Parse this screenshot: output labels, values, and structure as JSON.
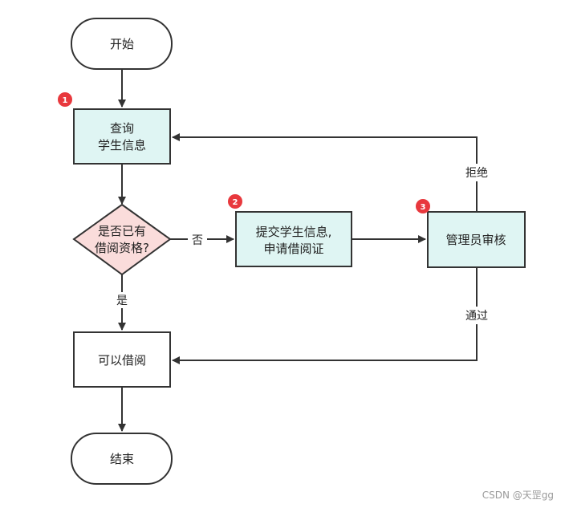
{
  "diagram": {
    "nodes": {
      "start": "开始",
      "query_line1": "查询",
      "query_line2": "学生信息",
      "decision_line1": "是否已有",
      "decision_line2": "借阅资格?",
      "submit_line1": "提交学生信息,",
      "submit_line2": "申请借阅证",
      "admin_review": "管理员审核",
      "can_borrow": "可以借阅",
      "end": "结束"
    },
    "edge_labels": {
      "no": "否",
      "yes": "是",
      "reject": "拒绝",
      "pass": "通过"
    },
    "badges": [
      "1",
      "2",
      "3"
    ]
  },
  "watermark": "CSDN @天罡gg",
  "colors": {
    "process_fill": "#dff5f3",
    "decision_fill": "#fadcdb",
    "plain_fill": "#ffffff",
    "stroke": "#333333",
    "badge": "#e8383d"
  }
}
